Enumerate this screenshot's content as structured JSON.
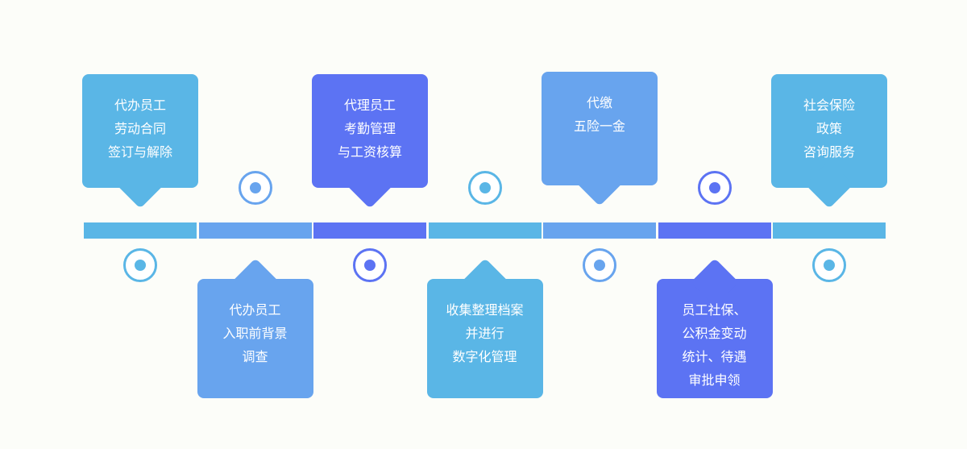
{
  "colors": {
    "sky": "#5ab6e6",
    "cornflower": "#68a4ee",
    "indigo": "#5c73f3",
    "background": "#fcfdf9"
  },
  "timeline": {
    "segments": [
      "sky",
      "cornflower",
      "indigo",
      "sky",
      "cornflower",
      "indigo",
      "sky"
    ],
    "steps": [
      {
        "lines": [
          "代办员工",
          "劳动合同",
          "签订与解除"
        ],
        "card_color": "sky",
        "marker_color": "sky",
        "card_side": "top"
      },
      {
        "lines": [
          "代办员工",
          "入职前背景",
          "调查"
        ],
        "card_color": "cornflower",
        "marker_color": "cornflower",
        "card_side": "bottom"
      },
      {
        "lines": [
          "代理员工",
          "考勤管理",
          "与工资核算"
        ],
        "card_color": "indigo",
        "marker_color": "indigo",
        "card_side": "top"
      },
      {
        "lines": [
          "收集整理档案",
          "并进行",
          "数字化管理"
        ],
        "card_color": "sky",
        "marker_color": "sky",
        "card_side": "bottom"
      },
      {
        "lines": [
          "代缴",
          "五险一金"
        ],
        "card_color": "cornflower",
        "marker_color": "cornflower",
        "card_side": "top"
      },
      {
        "lines": [
          "员工社保、",
          "公积金变动",
          "统计、待遇",
          "审批申领"
        ],
        "card_color": "indigo",
        "marker_color": "indigo",
        "card_side": "bottom"
      },
      {
        "lines": [
          "社会保险",
          "政策",
          "咨询服务"
        ],
        "card_color": "sky",
        "marker_color": "sky",
        "card_side": "top"
      }
    ]
  }
}
